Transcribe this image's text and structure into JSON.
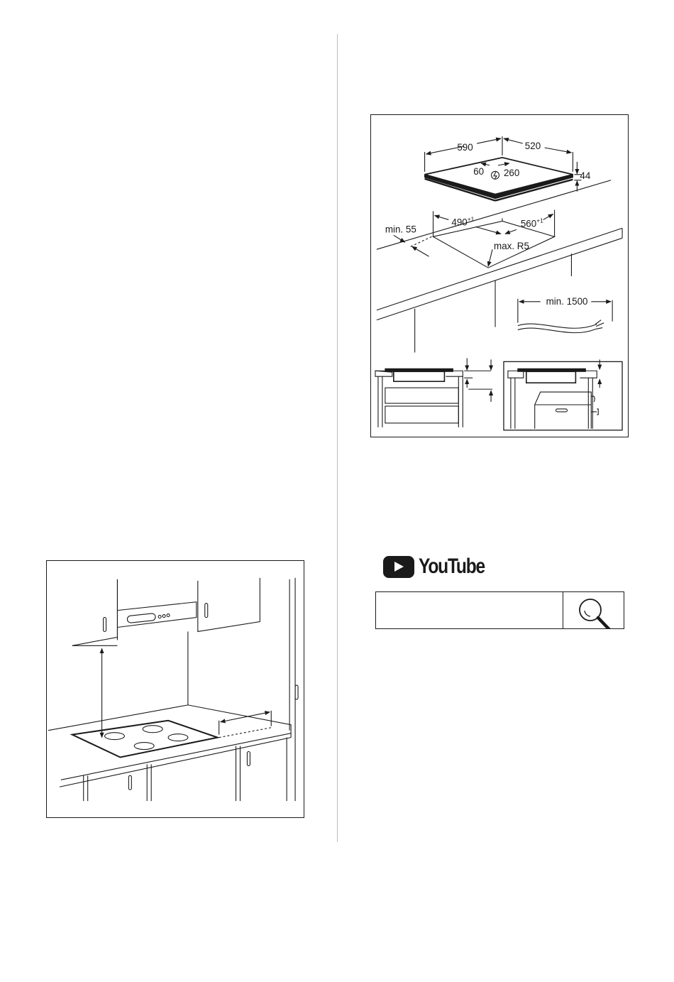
{
  "install_diagram": {
    "dims": {
      "hob_width": "590",
      "hob_depth": "520",
      "offset_a": "60",
      "offset_b": "260",
      "height": "44",
      "cutout_width": "490",
      "cutout_width_tol": "+1",
      "cutout_depth": "560",
      "cutout_depth_tol": "+1",
      "min_edge": "min. 55",
      "radius": "max. R5",
      "cable": "min. 1500"
    }
  },
  "youtube": {
    "brand": "YouTube",
    "search_value": ""
  },
  "colors": {
    "ink": "#1a1a1a",
    "paper": "#ffffff",
    "divider": "#bdbdbd"
  },
  "icons": [
    "play-icon",
    "power-symbol-icon",
    "magnifier-icon"
  ]
}
